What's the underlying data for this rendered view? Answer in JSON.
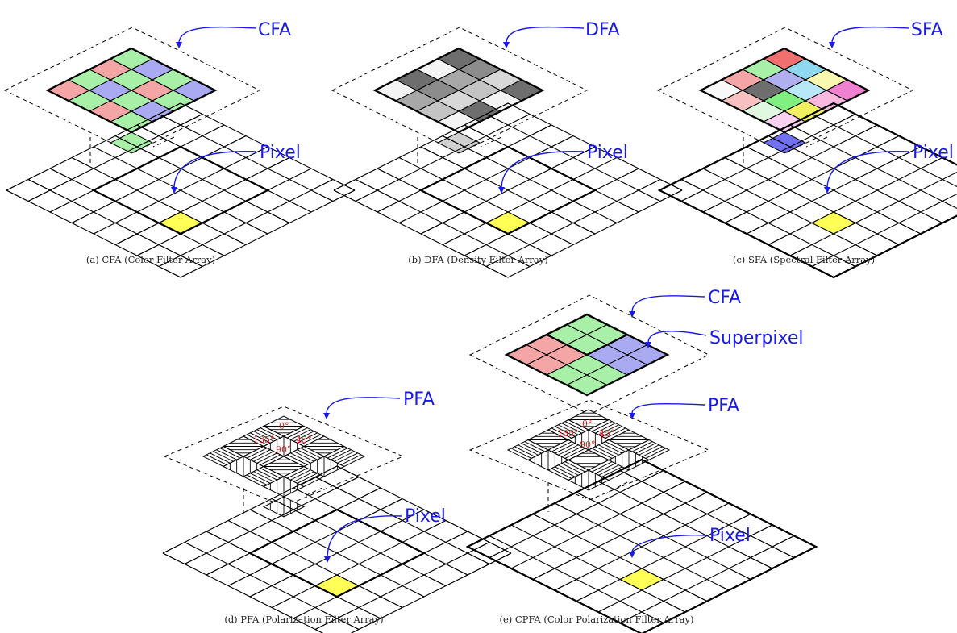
{
  "panels": {
    "a": {
      "caption": "(a) CFA (Color Filter Array)",
      "filter_label": "CFA",
      "pixel_label": "Pixel"
    },
    "b": {
      "caption": "(b) DFA (Density Filter Array)",
      "filter_label": "DFA",
      "pixel_label": "Pixel"
    },
    "c": {
      "caption": "(c) SFA (Spectral Filter Array)",
      "filter_label": "SFA",
      "pixel_label": "Pixel"
    },
    "d": {
      "caption": "(d) PFA (Polarization Filter Array)",
      "filter_label": "PFA",
      "pixel_label": "Pixel"
    },
    "e": {
      "caption": "(e) CPFA (Color Polarization Filter Array)",
      "filter_label": "CFA",
      "superpixel_label": "Superpixel",
      "pfa_label": "PFA",
      "pixel_label": "Pixel"
    }
  },
  "angles": {
    "a0": "0°",
    "a45": "45°",
    "a90": "90°",
    "a135": "135°"
  },
  "colors": {
    "label_blue": "#1a1ae6",
    "pixel_yellow": "#ffff55",
    "red": "#f4a6a6",
    "green": "#a8f0a8",
    "blue": "#aaaaf2",
    "angle_red": "#e61e1e"
  }
}
